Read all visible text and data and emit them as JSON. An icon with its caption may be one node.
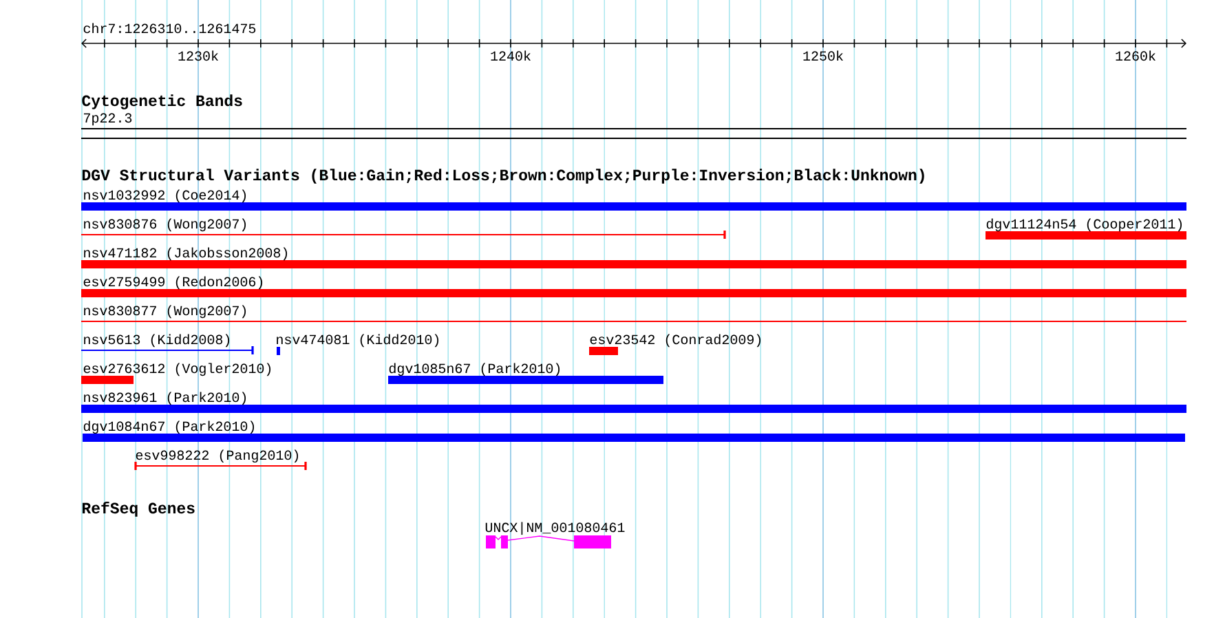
{
  "diagram": {
    "labels": [
      "chr7:1226310..1261475",
      "1230k",
      "1240k",
      "1250k",
      "1260k",
      "Cytogenetic Bands",
      "7p22.3",
      "DGV Structural Variants (Blue:Gain;Red:Loss;Brown:Complex;Purple:Inversion;Black:Unknown)",
      "nsv1032992 (Coe2014)",
      "nsv830876 (Wong2007)",
      "dgv11124n54 (Cooper2011)",
      "nsv471182 (Jakobsson2008)",
      "esv2759499 (Redon2006)",
      "nsv830877 (Wong2007)",
      "nsv5613 (Kidd2008)",
      "nsv474081 (Kidd2010)",
      "esv23542 (Conrad2009)",
      "esv2763612 (Vogler2010)",
      "dgv1085n67 (Park2010)",
      "nsv823961 (Park2010)",
      "dgv1084n67 (Park2010)",
      "esv998222 (Pang2010)",
      "RefSeq Genes",
      "UNCX|NM_001080461"
    ]
  }
}
